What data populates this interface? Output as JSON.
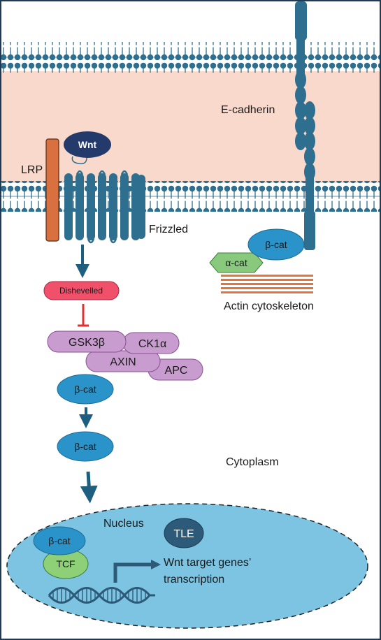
{
  "labels": {
    "e_cadherin": "E-cadherin",
    "wnt": "Wnt",
    "lrp": "LRP",
    "frizzled": "Frizzled",
    "beta_cat": "β-cat",
    "alpha_cat": "α-cat",
    "actin_cytoskeleton": "Actin cytoskeleton",
    "dishevelled": "Dishevelled",
    "gsk3b": "GSK3β",
    "ck1a": "CK1α",
    "axin": "AXIN",
    "apc": "APC",
    "cytoplasm": "Cytoplasm",
    "nucleus": "Nucleus",
    "tle": "TLE",
    "tcf": "TCF",
    "target_genes_line1": "Wnt target genes’",
    "target_genes_line2": "transcription"
  },
  "colors": {
    "membrane_blue": "#2e6e8e",
    "extracellular_pink": "#f9d9cb",
    "frame_navy": "#1f3a56",
    "lrp_orange": "#d9703f",
    "wnt_navy": "#243a6b",
    "beta_cat_blue": "#2a93c9",
    "alpha_cat_green": "#88c97e",
    "actin_orange": "#e8733a",
    "dishevelled_red": "#f0506a",
    "destruction_purple": "#c89ccf",
    "nucleus_blue": "#7cc4e2",
    "tcf_green": "#8dd078",
    "tle_navy": "#2d5a78"
  }
}
